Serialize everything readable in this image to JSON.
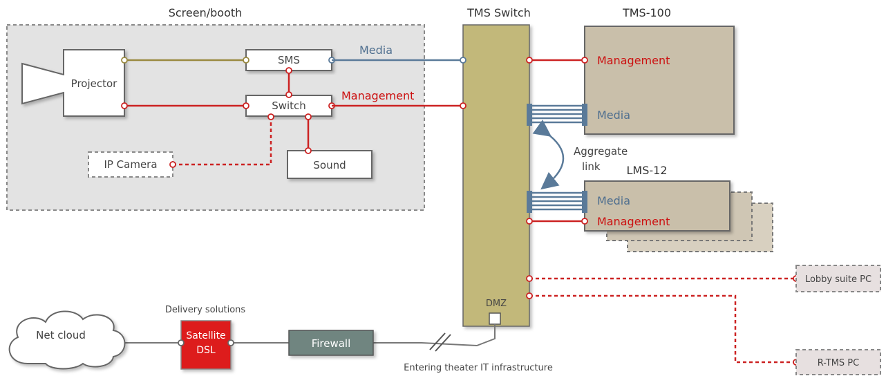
{
  "screen_booth": {
    "title": "Screen/booth",
    "projector": "Projector",
    "sms": "SMS",
    "switch": "Switch",
    "ip_camera": "IP Camera",
    "sound": "Sound",
    "media_label": "Media",
    "management_label": "Management"
  },
  "tms_switch": {
    "title": "TMS Switch",
    "dmz": "DMZ"
  },
  "tms100": {
    "title": "TMS-100",
    "management": "Management",
    "media": "Media"
  },
  "aggregate": {
    "line1": "Aggregate",
    "line2": "link"
  },
  "lms12": {
    "title": "LMS-12",
    "media": "Media",
    "management": "Management"
  },
  "lobby_pc": "Lobby suite PC",
  "rtms_pc": "R-TMS PC",
  "net_cloud": "Net cloud",
  "delivery": {
    "title": "Delivery solutions",
    "line1": "Satellite",
    "line2": "DSL"
  },
  "firewall": "Firewall",
  "entering": "Entering theater IT infrastructure",
  "colors": {
    "management": "#cc2222",
    "media": "#5a7a99",
    "tms_switch": "#c2b87a",
    "server": "#c9bfaa",
    "firewall": "#6f8580",
    "delivery": "#dd1a1a"
  }
}
